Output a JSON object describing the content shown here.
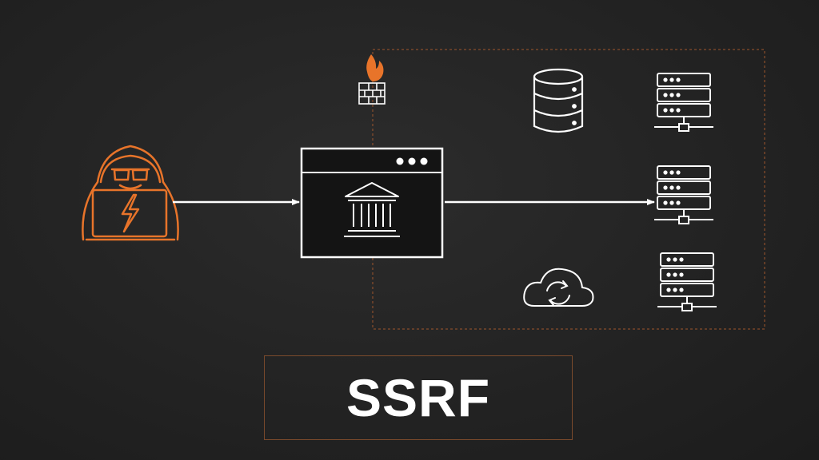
{
  "title": "SSRF",
  "colors": {
    "background": "#232323",
    "accent": "#e8742a",
    "stroke": "#ffffff",
    "internal_network_border": "#a0562c"
  },
  "nodes": [
    {
      "id": "attacker",
      "icon": "hacker-laptop-icon"
    },
    {
      "id": "firewall",
      "icon": "firewall-icon"
    },
    {
      "id": "web-application",
      "icon": "bank-building-icon"
    },
    {
      "id": "database",
      "icon": "database-icon"
    },
    {
      "id": "server-1",
      "icon": "server-icon"
    },
    {
      "id": "server-2",
      "icon": "server-icon"
    },
    {
      "id": "server-3",
      "icon": "server-icon"
    },
    {
      "id": "cloud-sync",
      "icon": "cloud-sync-icon"
    }
  ],
  "edges": [
    {
      "from": "attacker",
      "to": "web-application"
    },
    {
      "from": "web-application",
      "to": "server-2"
    }
  ]
}
